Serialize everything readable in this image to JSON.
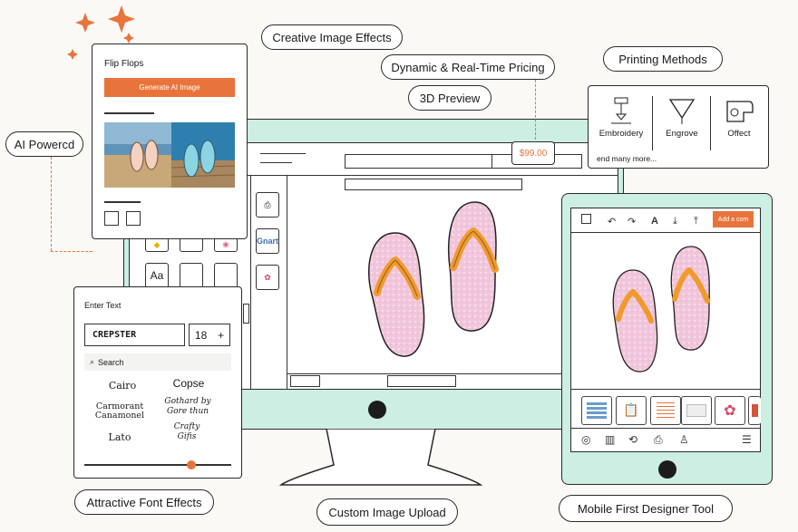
{
  "callouts": {
    "creative_effects": "Creative Image Effects",
    "dynamic_pricing": "Dynamic & Real-Time Pricing",
    "printing_methods": "Printing Methods",
    "preview_3d": "3D Preview",
    "ai_powered": "AI Powercd",
    "font_effects": "Attractive Font Effects",
    "image_upload": "Custom Image Upload",
    "mobile_first": "Mobile First Designer Tool"
  },
  "ai_card": {
    "title": "Flip Flops",
    "generate_label": "Generate AI Image"
  },
  "price": "$99.00",
  "printing": {
    "methods": [
      "Embroidery",
      "Engrove",
      "Offect"
    ],
    "more": "end many more..."
  },
  "text_panel": {
    "title": "Enter Text",
    "text_value": "CREPSTER",
    "font_size": "18",
    "plus": "+",
    "search_placeholder": "Search",
    "fonts": [
      "Cairo",
      "Copse",
      "Carmorant Canamonel",
      "Gothard by Gore thun",
      "Lato",
      "Crafty Gifis"
    ]
  },
  "sidebar": {
    "text_tile": "Aa",
    "brand_tile": "Gnart"
  },
  "mobile": {
    "add_button": "Add a com"
  },
  "colors": {
    "accent": "#e8743b",
    "mint": "#cdeee2",
    "sandal_pink": "#f1c6dc",
    "strap_orange": "#f19a2c"
  }
}
